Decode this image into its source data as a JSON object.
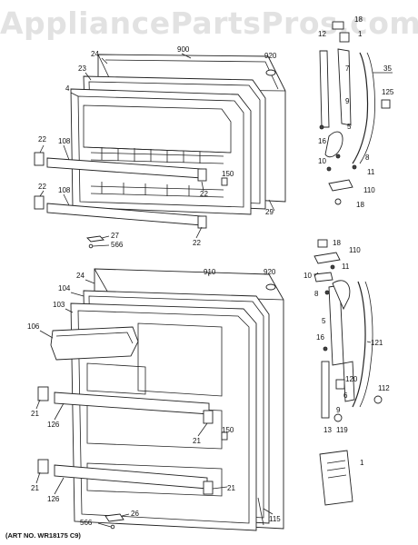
{
  "watermark": "AppliancePartsPros.com",
  "art_no": "(ART NO. WR18175 C9)",
  "labels": {
    "l900": "900",
    "l920a": "920",
    "l24a": "24",
    "l23": "23",
    "l4": "4",
    "l22a": "22",
    "l108a": "108",
    "l22b": "22",
    "l108b": "108",
    "l150a": "150",
    "l22c": "22",
    "l29": "29",
    "l22d": "22",
    "l27": "27",
    "l566a": "566",
    "l18a": "18",
    "l12": "12",
    "l1a": "1",
    "l7": "7",
    "l35": "35",
    "l9a": "9",
    "l125": "125",
    "l16a": "16",
    "l5a": "5",
    "l8a": "8",
    "l10a": "10",
    "l11a": "11",
    "l110a": "110",
    "l18b": "18",
    "l910": "910",
    "l920b": "920",
    "l24b": "24",
    "l104": "104",
    "l103": "103",
    "l106": "106",
    "l21a": "21",
    "l126a": "126",
    "l150b": "150",
    "l21b": "21",
    "l21c": "21",
    "l126b": "126",
    "l21d": "21",
    "l115": "115",
    "l566b": "566",
    "l26": "26",
    "l18c": "18",
    "l110b": "110",
    "l11b": "11",
    "l10b": "10",
    "l8b": "8",
    "l5b": "5",
    "l16b": "16",
    "l121": "121",
    "l120": "120",
    "l6": "6",
    "l13": "13",
    "l9b": "9",
    "l119": "119",
    "l112": "112",
    "l1b": "1"
  }
}
